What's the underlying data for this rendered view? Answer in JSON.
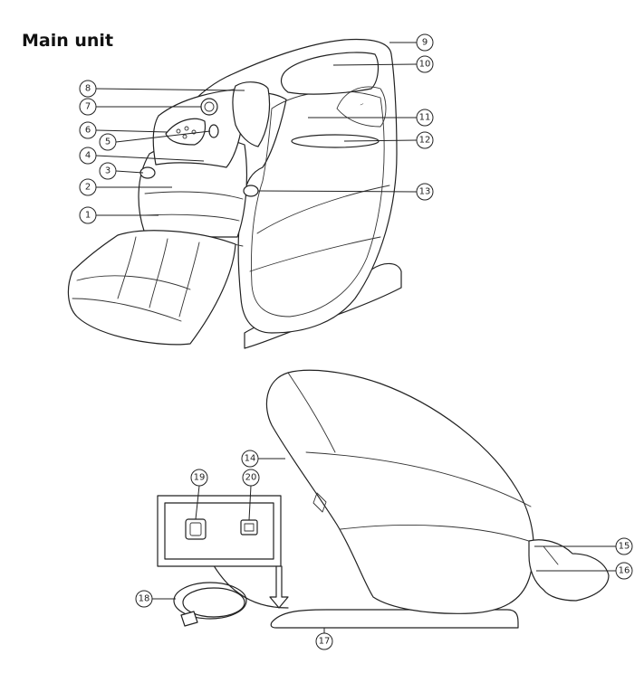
{
  "title": "Main unit",
  "callouts": [
    {
      "id": "1",
      "label": "1"
    },
    {
      "id": "2",
      "label": "2"
    },
    {
      "id": "3",
      "label": "3"
    },
    {
      "id": "4",
      "label": "4"
    },
    {
      "id": "5",
      "label": "5"
    },
    {
      "id": "6",
      "label": "6"
    },
    {
      "id": "7",
      "label": "7"
    },
    {
      "id": "8",
      "label": "8"
    },
    {
      "id": "9",
      "label": "9"
    },
    {
      "id": "10",
      "label": "10"
    },
    {
      "id": "11",
      "label": "11"
    },
    {
      "id": "12",
      "label": "12"
    },
    {
      "id": "13",
      "label": "13"
    },
    {
      "id": "14",
      "label": "14"
    },
    {
      "id": "15",
      "label": "15"
    },
    {
      "id": "16",
      "label": "16"
    },
    {
      "id": "17",
      "label": "17"
    },
    {
      "id": "18",
      "label": "18"
    },
    {
      "id": "19",
      "label": "19"
    },
    {
      "id": "20",
      "label": "20"
    }
  ]
}
